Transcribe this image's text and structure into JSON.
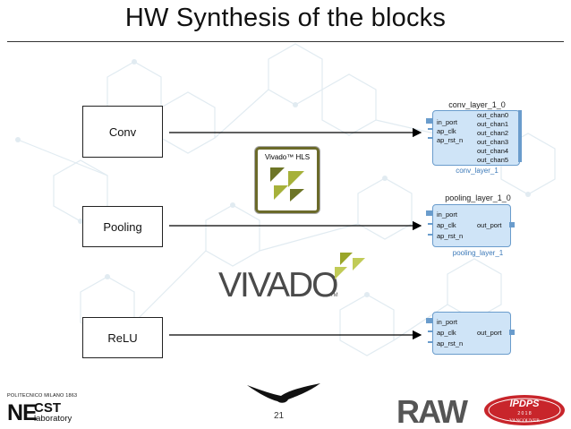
{
  "title": "HW Synthesis of the blocks",
  "blocks": [
    {
      "label": "Conv"
    },
    {
      "label": "Pooling"
    },
    {
      "label": "ReLU"
    }
  ],
  "ip_cores": [
    {
      "title": "conv_layer_1_0",
      "subtitle": "conv_layer_1",
      "in_ports": [
        "in_port",
        "ap_clk",
        "ap_rst_n"
      ],
      "out_ports": [
        "out_chan0",
        "out_chan1",
        "out_chan2",
        "out_chan3",
        "out_chan4",
        "out_chan5"
      ]
    },
    {
      "title": "pooling_layer_1_0",
      "subtitle": "pooling_layer_1",
      "in_ports": [
        "in_port",
        "ap_clk",
        "ap_rst_n"
      ],
      "out_ports": [
        "out_port"
      ]
    },
    {
      "title": "",
      "subtitle": "",
      "in_ports": [
        "in_port",
        "ap_clk",
        "ap_rst_n"
      ],
      "out_ports": [
        "out_port"
      ]
    }
  ],
  "logos": {
    "vivado_hls_label": "Vivado™ HLS",
    "vivado_wordmark": "VIVADO",
    "vivado_tm": "TM",
    "polimi": "POLITECNICO MILANO 1863",
    "necst_ne": "NE",
    "necst_cst": "CST",
    "necst_lab": "laboratory",
    "raw": "RAW",
    "ipdps": "IPDPS",
    "ipdps_year": "2 0 1 8",
    "ipdps_city": "VANCOUVER"
  },
  "page_number": "21",
  "colors": {
    "ip_fill": "#cfe4f7",
    "ip_border": "#6a9ccc",
    "vivado_accent": "#9aa62a",
    "ipdps_red": "#c8252b",
    "background_pattern": "#e4eef3"
  }
}
